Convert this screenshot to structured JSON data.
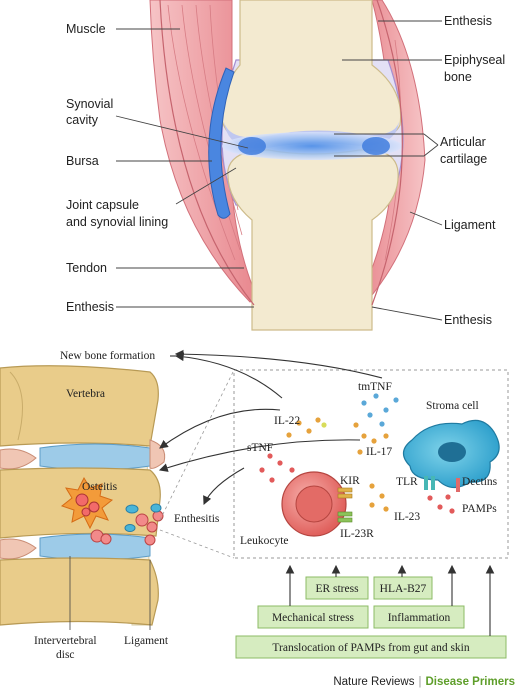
{
  "upper_labels": {
    "muscle": "Muscle",
    "synovial_cavity_1": "Synovial",
    "synovial_cavity_2": "cavity",
    "bursa": "Bursa",
    "joint_capsule_1": "Joint capsule",
    "joint_capsule_2": "and synovial lining",
    "tendon": "Tendon",
    "enthesis_left": "Enthesis",
    "enthesis_top_right": "Enthesis",
    "epiphyseal_1": "Epiphyseal",
    "epiphyseal_2": "bone",
    "articular_1": "Articular",
    "articular_2": "cartilage",
    "ligament": "Ligament",
    "enthesis_bottom_right": "Enthesis"
  },
  "lower_labels": {
    "new_bone_formation": "New bone formation",
    "vertebra": "Vertebra",
    "osteitis": "Osteitis",
    "intervertebral_1": "Intervertebral",
    "intervertebral_2": "disc",
    "ligament": "Ligament",
    "enthesitis": "Enthesitis",
    "il22": "IL-22",
    "stnf": "sTNF",
    "tmtnf": "tmTNF",
    "stroma_cell": "Stroma cell",
    "il17": "IL-17",
    "tlr": "TLR",
    "dectins": "Dectins",
    "pamps": "PAMPs",
    "kir": "KIR",
    "il23": "IL-23",
    "il23r": "IL-23R",
    "leukocyte": "Leukocyte"
  },
  "trigger_boxes": {
    "er_stress": "ER stress",
    "hla_b27": "HLA-B27",
    "mechanical_stress": "Mechanical stress",
    "inflammation": "Inflammation",
    "translocation": "Translocation of PAMPs from gut and skin"
  },
  "footer": {
    "journal": "Nature Reviews",
    "separator": "|",
    "series": "Disease Primers"
  },
  "colors": {
    "bone": "#f3ead0",
    "muscle": "#ec9aa0",
    "cartilage": "#bfc7f0",
    "synovial": "#4a86e0",
    "vertebra": "#e9cc8a",
    "disc": "#9dcbe8",
    "trigger_fill": "#d6ecc0",
    "trigger_stroke": "#8cbb66",
    "accent_green": "#5e9e2a"
  }
}
